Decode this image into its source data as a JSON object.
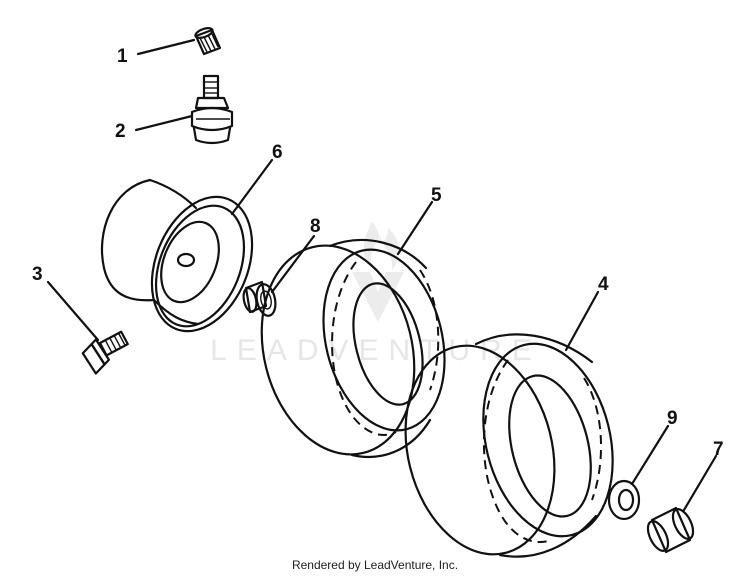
{
  "watermark": "LEADVENTURE",
  "footer": "Rendered by LeadVenture, Inc.",
  "callouts": [
    "1",
    "2",
    "3",
    "4",
    "5",
    "6",
    "7",
    "8",
    "9"
  ],
  "icons": {
    "watermark_logo": "flame-v-logo",
    "valve_cap": "valve-cap-icon",
    "valve_stem": "valve-stem-icon",
    "bolt": "bolt-icon",
    "wheel_rim": "wheel-rim-icon",
    "tire": "tire-icon",
    "bushing": "bushing-icon",
    "washer": "washer-icon"
  },
  "colors": {
    "line": "#111111",
    "watermark": "#e6e6e6",
    "background": "#ffffff"
  }
}
